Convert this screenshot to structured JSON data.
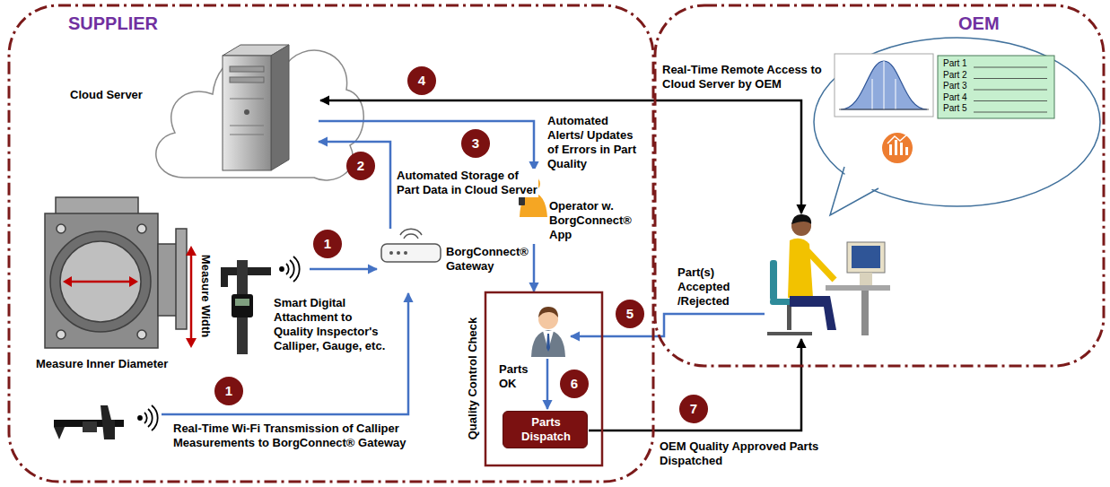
{
  "diagram": {
    "nodes": [
      {
        "text": [
          "SUPPLIER"
        ]
      },
      {
        "text": [
          "OEM"
        ]
      },
      {
        "text": [
          "Cloud Server"
        ],
        "in": 0
      },
      {
        "text": [
          "Smart Digital Attachment to Quality Inspector's Calliper, Gauge, etc."
        ],
        "in": 0
      },
      {
        "text": [
          "BorgConnect® Gateway"
        ],
        "in": 0
      },
      {
        "text": [
          "Operator w. BorgConnect® App"
        ],
        "in": 0
      },
      {
        "text": [
          "Quality Control Check"
        ],
        "in": 0
      },
      {
        "text": [
          "Parts Dispatch"
        ],
        "in": 6
      },
      {
        "text": [
          "Part 1",
          "Part 2",
          "Part 3",
          "Part 4",
          "Part 5"
        ],
        "in": 1
      }
    ],
    "edges": [
      {
        "from": 3,
        "to": 4,
        "arrow": "to"
      },
      {
        "from": 4,
        "to": 2,
        "arrow": "to",
        "label": "Automated Storage of Part Data in Cloud Server"
      },
      {
        "from": 2,
        "to": 5,
        "arrow": "to",
        "label": "Automated Alerts/ Updates of Errors in Part Quality"
      },
      {
        "from": 5,
        "to": 6,
        "arrow": "to"
      }
    ],
    "labels": [
      "1",
      "2",
      "3",
      "4",
      "1",
      "5",
      "6",
      "7",
      "Measure Width",
      "Measure Inner Diameter",
      "Real-Time Wi-Fi Transmission of Calliper Measurements to BorgConnect® Gateway",
      "Real-Time Remote Access to Cloud Server by OEM",
      "Part(s) Accepted /Rejected",
      "OEM Quality Approved Parts Dispatched",
      "Parts OK"
    ]
  }
}
